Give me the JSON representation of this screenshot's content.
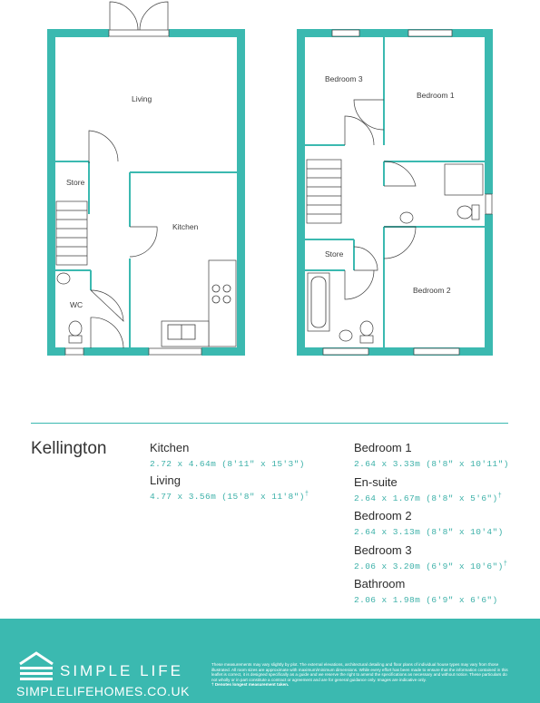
{
  "colors": {
    "accent": "#3bb9b0",
    "wall": "#3bb9b0",
    "text": "#3c3c3c"
  },
  "plan_labels": {
    "living": "Living",
    "store_ground": "Store",
    "kitchen": "Kitchen",
    "wc": "WC",
    "bedroom3": "Bedroom 3",
    "bedroom1": "Bedroom 1",
    "store_first": "Store",
    "bedroom2": "Bedroom 2"
  },
  "house_name": "Kellington",
  "rooms_left": [
    {
      "name": "Kitchen",
      "dims": "2.72 x 4.64m (8'11\" x 15'3\")",
      "mark": ""
    },
    {
      "name": "Living",
      "dims": "4.77 x 3.56m (15'8\" x 11'8\")",
      "mark": "†"
    }
  ],
  "rooms_right": [
    {
      "name": "Bedroom 1",
      "dims": "2.64 x 3.33m (8'8\" x 10'11\")",
      "mark": ""
    },
    {
      "name": "En-suite",
      "dims": "2.64 x 1.67m (8'8\" x 5'6\")",
      "mark": "†"
    },
    {
      "name": "Bedroom 2",
      "dims": "2.64 x 3.13m (8'8\" x 10'4\")",
      "mark": ""
    },
    {
      "name": "Bedroom 3",
      "dims": "2.06 x 3.20m (6'9\" x 10'6\")",
      "mark": "†"
    },
    {
      "name": "Bathroom",
      "dims": "2.06 x 1.98m (6'9\" x 6'6\")",
      "mark": ""
    }
  ],
  "footer": {
    "brand": "SIMPLE LIFE",
    "url": "SIMPLELIFEHOMES.CO.UK",
    "disclaimer": "These measurements may vary slightly by plot. The external elevations, architectural detailing and floor plans of individual house types may vary from those illustrated. All room sizes are approximate with maximum/minimum dimensions. While every effort has been made to ensure that the information contained in this leaflet is correct, it is designed specifically as a guide and we reserve the right to amend the specifications as necessary and without notice. These particulars do not wholly or in part constitute a contract or agreement and are for general guidance only. Images are indicative only.",
    "note": "† Denotes longest measurement taken."
  }
}
